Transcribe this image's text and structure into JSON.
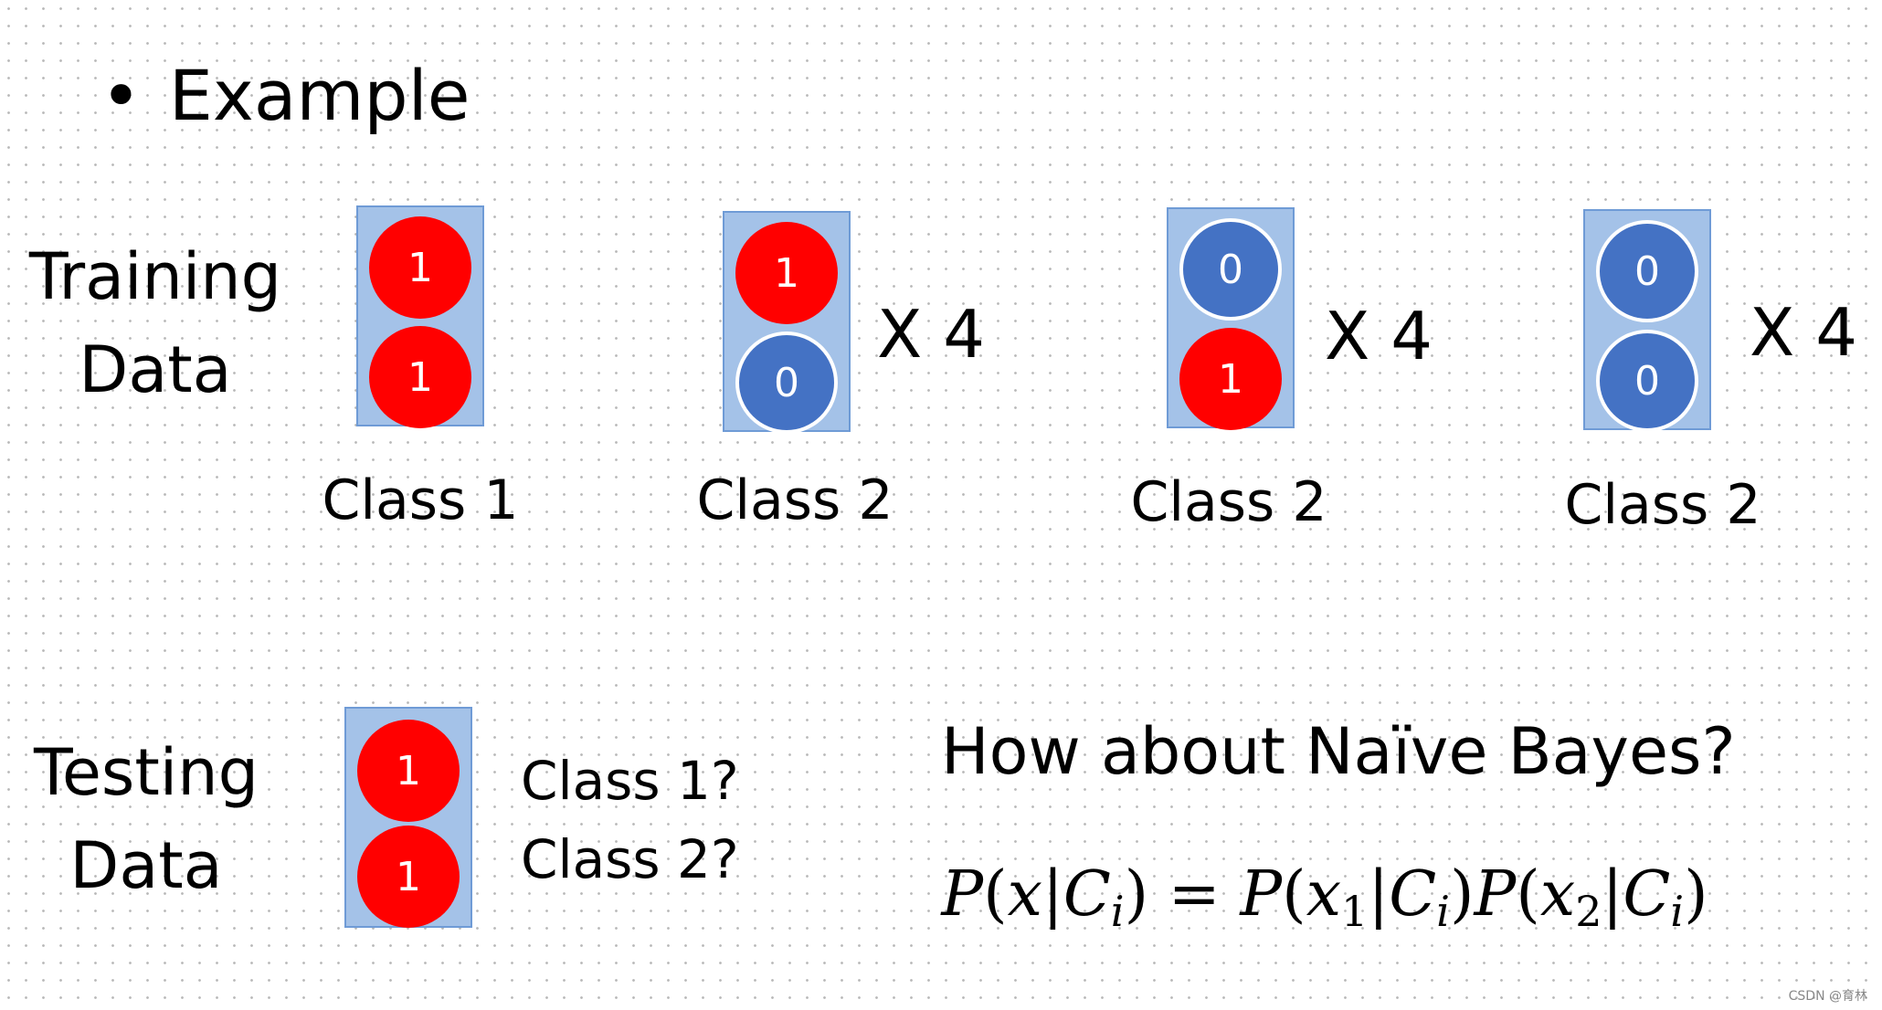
{
  "bullet": {
    "symbol": "•",
    "text": "Example"
  },
  "training": {
    "label_line1": "Training",
    "label_line2": "Data",
    "groups": [
      {
        "class_label": "Class 1",
        "multiplier": "",
        "top": "1",
        "bottom": "1"
      },
      {
        "class_label": "Class 2",
        "multiplier": "X 4",
        "top": "1",
        "bottom": "0"
      },
      {
        "class_label": "Class 2",
        "multiplier": "X 4",
        "top": "0",
        "bottom": "1"
      },
      {
        "class_label": "Class 2",
        "multiplier": "X 4",
        "top": "0",
        "bottom": "0"
      }
    ]
  },
  "testing": {
    "label_line1": "Testing",
    "label_line2": "Data",
    "top": "1",
    "bottom": "1",
    "options": [
      "Class 1?",
      "Class 2?"
    ]
  },
  "question": "How about Naïve Bayes?",
  "formula": {
    "lhs_p": "P",
    "lhs_open": "(",
    "lhs_x": "x",
    "bar": "|",
    "lhs_c": "C",
    "lhs_i": "i",
    "lhs_close": ")",
    "eq": " = ",
    "t1_p": "P",
    "t1_x": "x",
    "t1_sub": "1",
    "t1_c": "C",
    "t1_i": "i",
    "t2_p": "P",
    "t2_x": "x",
    "t2_sub": "2",
    "t2_c": "C",
    "t2_i": "i"
  },
  "watermark": "CSDN @育林",
  "colors": {
    "one": "#ff0000",
    "zero": "#4472c4",
    "box_fill": "#a4c2e8",
    "box_border": "#6f9bd6"
  }
}
